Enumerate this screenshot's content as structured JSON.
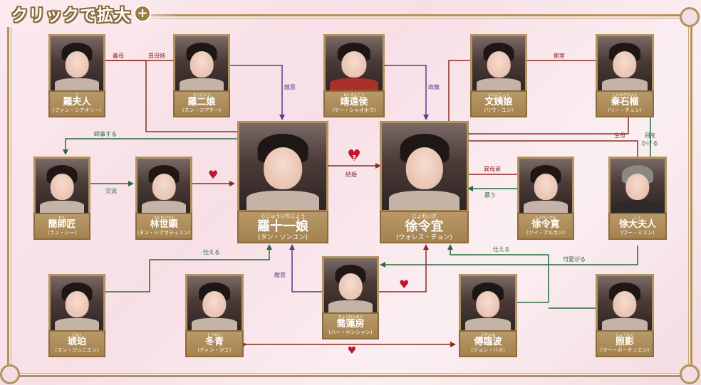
{
  "header": {
    "title": "クリックで拡大",
    "zoom_icon": "plus-magnifier-icon"
  },
  "colors": {
    "frame": "#b4925e",
    "label": "#a3824f",
    "red": "#8b2c22",
    "green": "#2a6b3c",
    "purple": "#5d3a8a",
    "heart": "#c0162c"
  },
  "people": {
    "ra_fujin": {
      "ruby": "ら",
      "name": "羅夫人",
      "actor": "(ファン・シアオリー)"
    },
    "ra_jijou": {
      "ruby": "らじじょう",
      "name": "羅二娘",
      "actor": "(スン・ジアチー)"
    },
    "seien_kou": {
      "ruby": "せいえんこう",
      "name": "靖遠侯",
      "actor": "(マー・シャオホワ)"
    },
    "bunijou": {
      "ruby": "ぶんいじょう",
      "name": "文姨娘",
      "actor": "(リウ・ユン)"
    },
    "shinsekiryu": {
      "ruby": "しんせきりゅう",
      "name": "秦石榴",
      "actor": "(リー・チュン)"
    },
    "kanshishou": {
      "ruby": "かん",
      "name": "簡師匠",
      "actor": "(ラン・シー)"
    },
    "rinseiken": {
      "ruby": "りんせいけん",
      "name": "林世顕",
      "actor": "(タン・シアオティエン)"
    },
    "ra_juichi": {
      "ruby": "らじゅういちじょう",
      "name": "羅十一娘",
      "actor": "(タン・ソンユン)"
    },
    "jo_reigi": {
      "ruby": "じょれいぎ",
      "name": "徐令宜",
      "actor": "(ウォレス・チョン)"
    },
    "jo_reikan": {
      "ruby": "じょれいかん",
      "name": "徐令寛",
      "actor": "(ツイ・アルカン)"
    },
    "jo_taifujin": {
      "ruby": "じょ",
      "name": "徐大夫人",
      "actor": "(ウー・ミエン)"
    },
    "kohaku": {
      "ruby": "こはく",
      "name": "琥珀",
      "actor": "(スン・ジュニエン)"
    },
    "tousei": {
      "ruby": "とうせい",
      "name": "冬青",
      "actor": "(ディン・ジエ)"
    },
    "kyourenbou": {
      "ruby": "きょうれんぼう",
      "name": "喬蓮房",
      "actor": "(ハー・ホンシャン)"
    },
    "furinha": {
      "ruby": "ふりんは",
      "name": "傅臨波",
      "actor": "(ジョン・ハオ)"
    },
    "shouei": {
      "ruby": "しょうえい",
      "name": "照影",
      "actor": "(マー・ボーチュエン)"
    }
  },
  "relations": {
    "gibo": "義母",
    "iboshi": "異母姉",
    "tekii_1": "敵意",
    "seiteki": "政敵",
    "sokushitsu": "側室",
    "shiji": "師事する",
    "kouryu": "交流",
    "kekkon": "結婚",
    "iboutei": "異母弟",
    "shitau": "慕う",
    "seibo": "生母",
    "me_wo": "目を",
    "kakeru": "かける",
    "tsukaeru_1": "仕える",
    "tekii_2": "敵意",
    "tsukaeru_2": "仕える",
    "kawaigaru": "可愛がる",
    "question": "?"
  }
}
